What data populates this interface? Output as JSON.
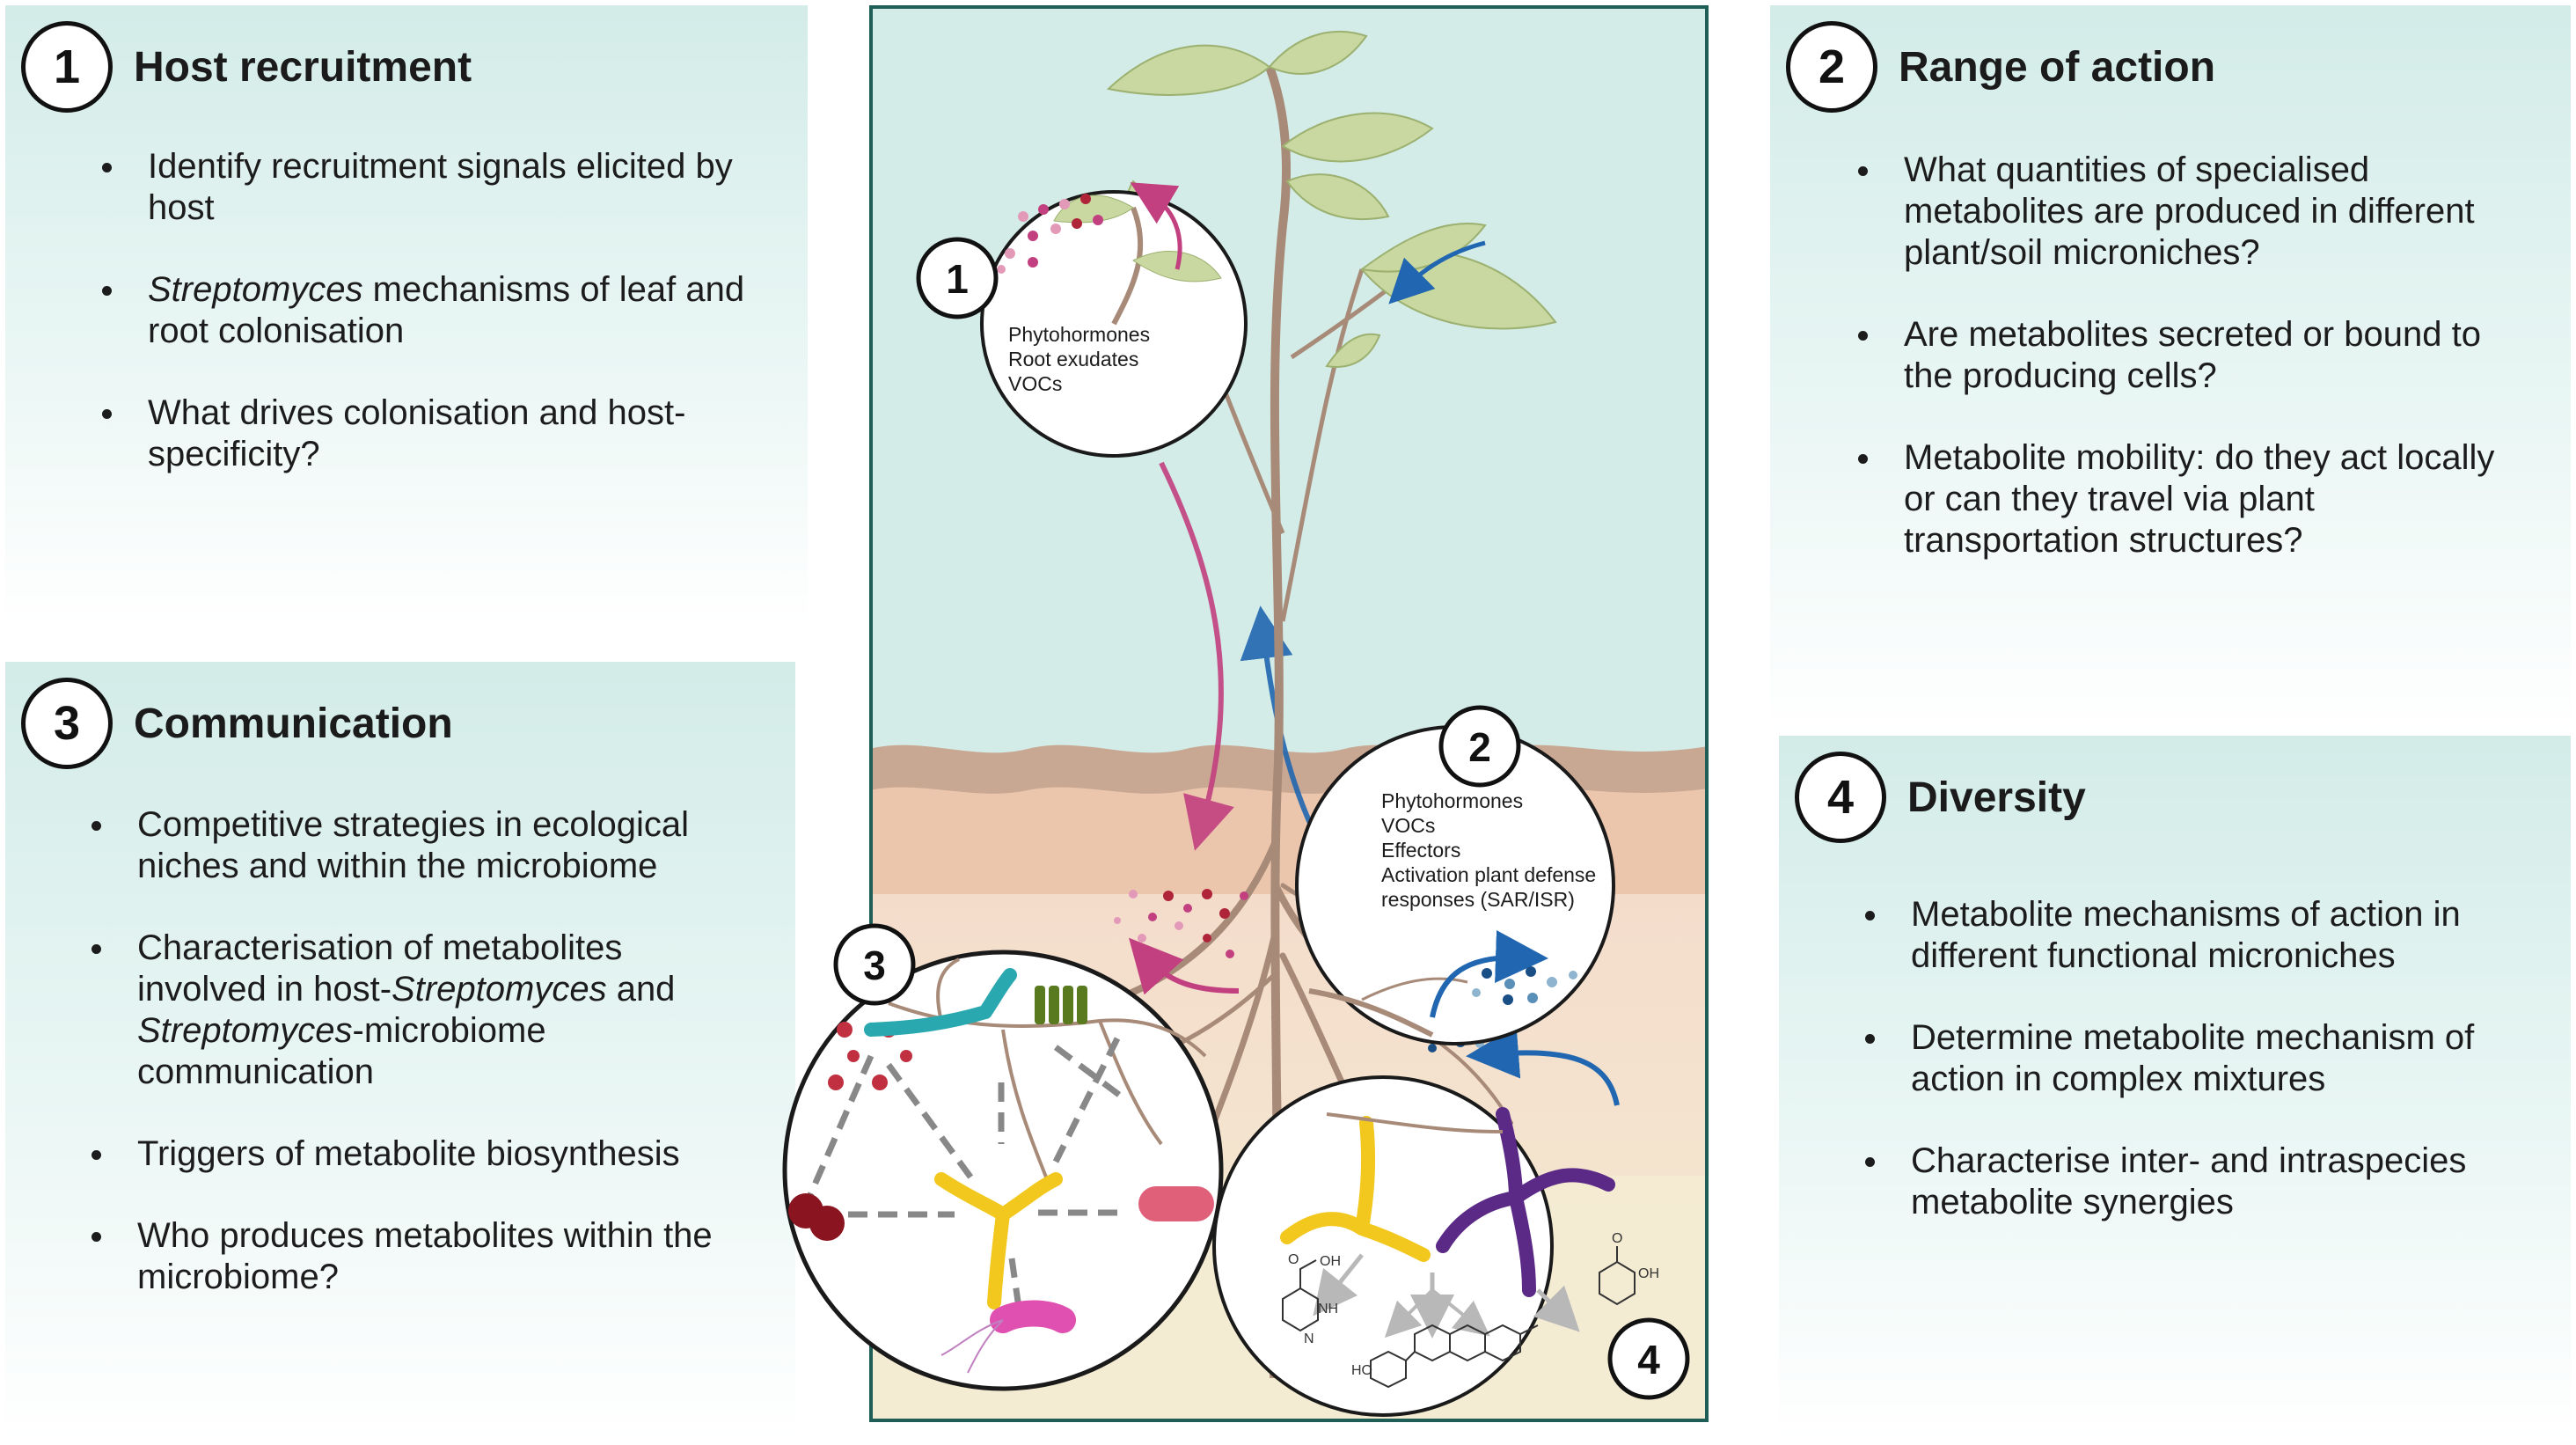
{
  "panels": {
    "host_recruitment": {
      "number": "1",
      "title": "Host recruitment",
      "points": [
        {
          "parts": [
            {
              "text": "Identify recruitment signals elicited by host",
              "italic": false
            }
          ]
        },
        {
          "parts": [
            {
              "text": "Streptomyces",
              "italic": true
            },
            {
              "text": " mechanisms of leaf and root colonisation",
              "italic": false
            }
          ]
        },
        {
          "parts": [
            {
              "text": "What drives colonisation and host-specificity?",
              "italic": false
            }
          ]
        }
      ]
    },
    "range_of_action": {
      "number": "2",
      "title": "Range of action",
      "points": [
        {
          "parts": [
            {
              "text": "What quantities of specialised metabolites are produced in different plant/soil microniches?",
              "italic": false
            }
          ]
        },
        {
          "parts": [
            {
              "text": "Are metabolites secreted or bound to the producing cells?",
              "italic": false
            }
          ]
        },
        {
          "parts": [
            {
              "text": "Metabolite mobility: do they act locally or can they travel via plant transportation structures?",
              "italic": false
            }
          ]
        }
      ]
    },
    "communication": {
      "number": "3",
      "title": "Communication",
      "points": [
        {
          "parts": [
            {
              "text": "Competitive strategies in ecological niches and within the microbiome",
              "italic": false
            }
          ]
        },
        {
          "parts": [
            {
              "text": "Characterisation of metabolites involved in host-",
              "italic": false
            },
            {
              "text": "Streptomyces",
              "italic": true
            },
            {
              "text": " and ",
              "italic": false
            },
            {
              "text": "Streptomyces",
              "italic": true
            },
            {
              "text": "-microbiome communication",
              "italic": false
            }
          ]
        },
        {
          "parts": [
            {
              "text": "Triggers of metabolite biosynthesis",
              "italic": false
            }
          ]
        },
        {
          "parts": [
            {
              "text": "Who produces metabolites within the microbiome?",
              "italic": false
            }
          ]
        }
      ]
    },
    "diversity": {
      "number": "4",
      "title": "Diversity",
      "points": [
        {
          "parts": [
            {
              "text": "Metabolite mechanisms of action in different functional microniches",
              "italic": false
            }
          ]
        },
        {
          "parts": [
            {
              "text": "Determine metabolite mechanism of action in complex mixtures",
              "italic": false
            }
          ]
        },
        {
          "parts": [
            {
              "text": "Characterise inter- and intraspecies metabolite synergies",
              "italic": false
            }
          ]
        }
      ]
    }
  },
  "illustration": {
    "circle1": {
      "number": "1",
      "labels": [
        "Phytohormones",
        "Root exudates",
        "VOCs"
      ]
    },
    "circle2": {
      "number": "2",
      "labels": [
        "Phytohormones",
        "VOCs",
        "Effectors",
        "Activation plant defense",
        "responses (SAR/ISR)"
      ]
    },
    "circle3": {
      "number": "3"
    },
    "circle4": {
      "number": "4",
      "chem_labels": [
        "OH",
        "O",
        "NH",
        "N",
        "OH",
        "O",
        "HO"
      ]
    },
    "colors": {
      "sky": "#d3ece8",
      "frame": "#1e5e56",
      "soil_dark": "#c9a893",
      "soil_mid": "#ebc6ad",
      "soil_light": "#f4dccb",
      "subsoil": "#f6ead2",
      "root": "#a88a78",
      "leaf": "#c8d8a0",
      "signal_magenta": "#c2407f",
      "signal_blue": "#2166b0",
      "streptomyces_yellow": "#f2c81e",
      "streptomyces_purple": "#5b2a86"
    }
  }
}
